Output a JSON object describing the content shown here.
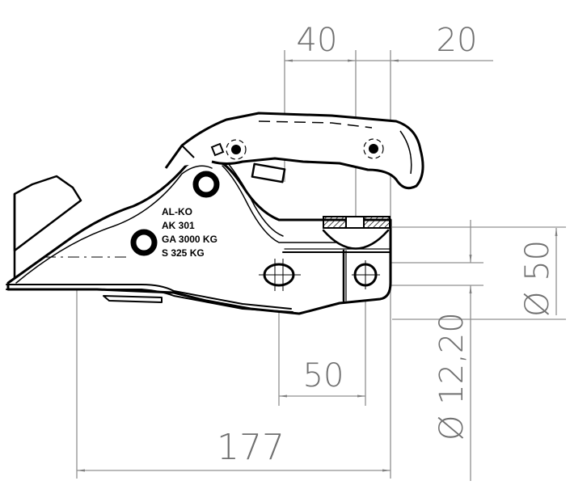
{
  "drawing": {
    "title": "AL-KO AK 301 coupling head dimension drawing",
    "line_color": "#000000",
    "dimension_color": "#808080",
    "background": "#ffffff"
  },
  "dimensions": {
    "top_left": {
      "value": "40"
    },
    "top_right": {
      "value": "20"
    },
    "bottom_inner": {
      "value": "50"
    },
    "bottom_overall": {
      "value": "177"
    },
    "right_hole_diameter": {
      "value": "Ø 12,20"
    },
    "right_ball_diameter": {
      "value": "Ø 50"
    }
  },
  "nameplate": {
    "line1": "AL-KO",
    "line2": "AK 301",
    "line3": "GA 3000 KG",
    "line4": "S 325 KG"
  }
}
